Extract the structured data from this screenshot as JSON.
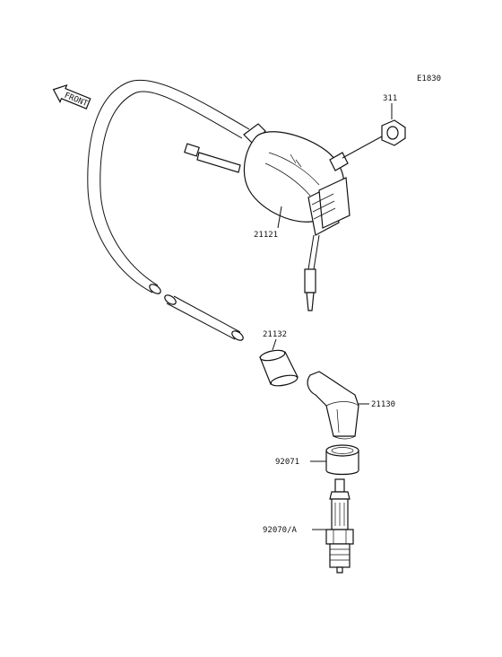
{
  "diagram_code": "E1830",
  "front_label": "FRONT",
  "parts": {
    "nut": "311",
    "ignition_coil": "21121",
    "cap_joint": "21132",
    "plug_cap": "21130",
    "seal_ring": "92071",
    "spark_plug": "92070/A"
  }
}
